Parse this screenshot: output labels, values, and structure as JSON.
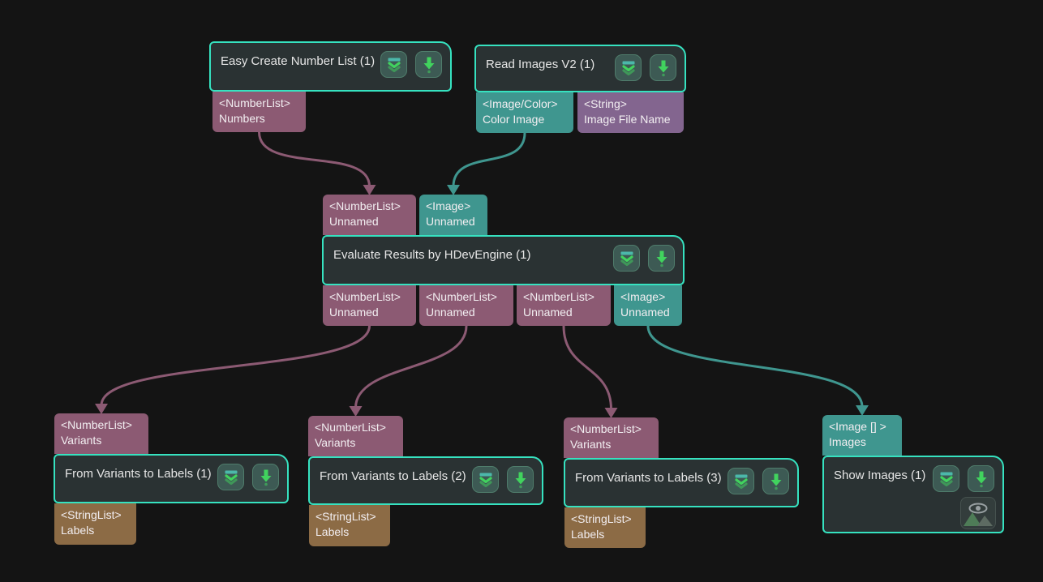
{
  "app": {
    "kind": "node-graph-editor"
  },
  "colors": {
    "bg": "#141414",
    "node-fill": "#2a3233",
    "node-border": "#36e2c0",
    "node-title": "#e6e6e6",
    "port-text": "#f2eef1",
    "port-numberlist": "#8c5a73",
    "port-image": "#3f968f",
    "port-string": "#83658f",
    "port-stringlist": "#8c6b45",
    "btn-bg": "#3d5a54",
    "btn-border": "#4f7c6b",
    "icon-green": "#41d35e",
    "icon-teal": "#4cb8aa",
    "preview-btn-bg": "#333d3c",
    "preview-btn-border": "#46524f"
  },
  "icons": {
    "expand": "double-chevron-down-icon",
    "step": "arrow-down-step-icon",
    "preview": "image-preview-eye-icon"
  },
  "nodes": [
    {
      "title": "Easy Create Number List (1)"
    },
    {
      "title": "Read Images V2 (1)"
    },
    {
      "title": "Evaluate Results by HDevEngine (1)"
    },
    {
      "title": "From Variants to Labels (1)"
    },
    {
      "title": "From Variants to Labels (2)"
    },
    {
      "title": "From Variants to Labels (3)"
    },
    {
      "title": "Show Images (1)"
    }
  ],
  "ports": [
    {
      "type": "<NumberList>",
      "name": "Numbers"
    },
    {
      "type": "<Image/Color>",
      "name": "Color Image"
    },
    {
      "type": "<String>",
      "name": "Image File Name"
    },
    {
      "type": "<NumberList>",
      "name": "Unnamed"
    },
    {
      "type": "<Image>",
      "name": "Unnamed"
    },
    {
      "type": "<NumberList>",
      "name": "Unnamed"
    },
    {
      "type": "<NumberList>",
      "name": "Unnamed"
    },
    {
      "type": "<NumberList>",
      "name": "Unnamed"
    },
    {
      "type": "<Image>",
      "name": "Unnamed"
    },
    {
      "type": "<NumberList>",
      "name": "Variants"
    },
    {
      "type": "<NumberList>",
      "name": "Variants"
    },
    {
      "type": "<NumberList>",
      "name": "Variants"
    },
    {
      "type": "<Image [] >",
      "name": "Images"
    },
    {
      "type": "<StringList>",
      "name": "Labels"
    },
    {
      "type": "<StringList>",
      "name": "Labels"
    },
    {
      "type": "<StringList>",
      "name": "Labels"
    }
  ],
  "connections": [
    {
      "from": "Easy Create Number List (1) / Numbers",
      "to": "Evaluate Results by HDevEngine (1) / Unnamed",
      "data_type": "NumberList"
    },
    {
      "from": "Read Images V2 (1) / Color Image",
      "to": "Evaluate Results by HDevEngine (1) / Unnamed",
      "data_type": "Image"
    },
    {
      "from": "Evaluate Results by HDevEngine (1) / Unnamed #1",
      "to": "From Variants to Labels (1) / Variants",
      "data_type": "NumberList"
    },
    {
      "from": "Evaluate Results by HDevEngine (1) / Unnamed #2",
      "to": "From Variants to Labels (2) / Variants",
      "data_type": "NumberList"
    },
    {
      "from": "Evaluate Results by HDevEngine (1) / Unnamed #3",
      "to": "From Variants to Labels (3) / Variants",
      "data_type": "NumberList"
    },
    {
      "from": "Evaluate Results by HDevEngine (1) / Unnamed (Image)",
      "to": "Show Images (1) / Images",
      "data_type": "Image"
    }
  ]
}
